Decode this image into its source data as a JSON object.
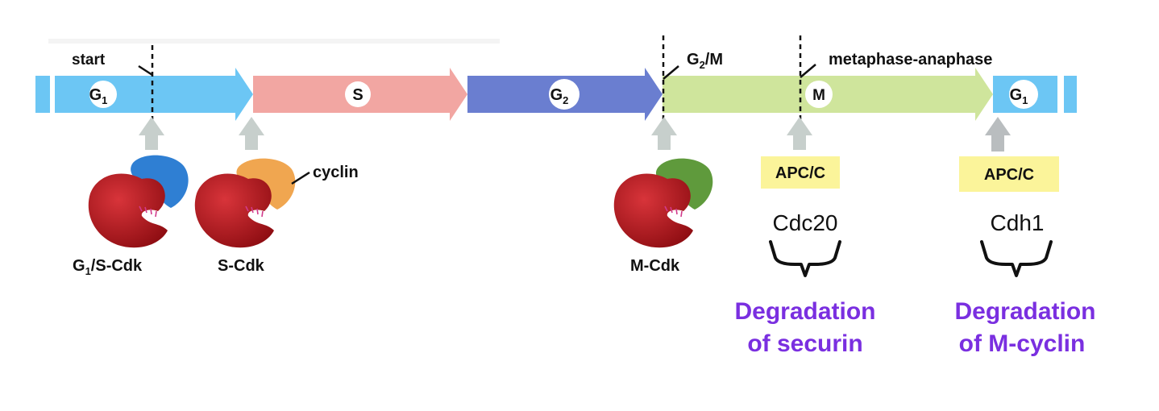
{
  "phases": {
    "g1": {
      "label": "G",
      "sub": "1",
      "color": "#6cc6f4"
    },
    "s": {
      "label": "S",
      "color": "#f2a6a2"
    },
    "g2": {
      "label": "G",
      "sub": "2",
      "color": "#6a7ed0"
    },
    "m": {
      "label": "M",
      "color": "#cfe59c"
    },
    "g1_end": {
      "label": "G",
      "sub": "1",
      "color": "#6cc6f4"
    }
  },
  "checkpoints": {
    "start": {
      "label": "start"
    },
    "g2m": {
      "label": "G",
      "sub": "2",
      "suffix": "/M"
    },
    "metaphase": {
      "label": "metaphase-anaphase"
    }
  },
  "complexes": {
    "g1s": {
      "label_pre": "G",
      "label_sub": "1",
      "label_post": "/S-Cdk",
      "cyclin_color": "#2f7fd3"
    },
    "s": {
      "label": "S-Cdk",
      "cyclin_color": "#f0a650",
      "cyclin_callout": "cyclin"
    },
    "m": {
      "label": "M-Cdk",
      "cyclin_color": "#5f9a3c"
    },
    "cdk_color": "#b3151b"
  },
  "apc": {
    "cdc20": {
      "box_label": "APC/C",
      "activator": "Cdc20",
      "outcome_line1": "Degradation",
      "outcome_line2": "of securin"
    },
    "cdh1": {
      "box_label": "APC/C",
      "activator": "Cdh1",
      "outcome_line1": "Degradation",
      "outcome_line2": "of M-cyclin"
    },
    "box_color": "#fbf49a",
    "outcome_color": "#7a2fe0"
  }
}
